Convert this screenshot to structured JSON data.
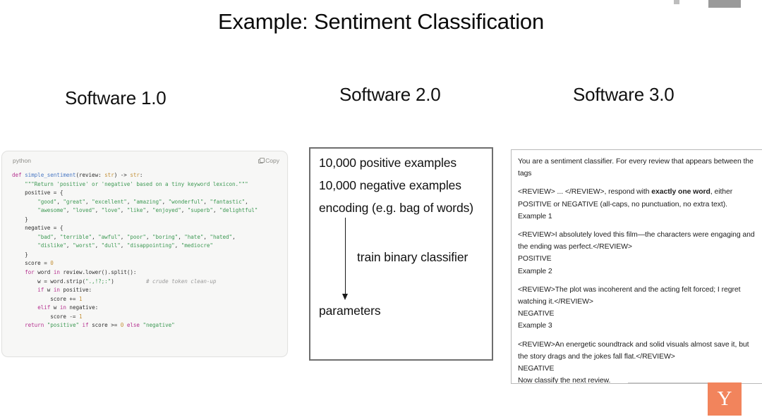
{
  "slide": {
    "title": "Example: Sentiment Classification"
  },
  "top_chrome": {
    "gray_bar_name": "window-control-bar",
    "tiny_icon_name": "partial-toolbar-icon"
  },
  "columns": [
    {
      "id": "sw1",
      "header": "Software 1.0"
    },
    {
      "id": "sw2",
      "header": "Software 2.0"
    },
    {
      "id": "sw3",
      "header": "Software 3.0"
    }
  ],
  "software_1": {
    "language_label": "python",
    "copy_label": "Copy",
    "code_lines": [
      {
        "segments": [
          {
            "t": "def ",
            "c": "kw"
          },
          {
            "t": "simple_sentiment",
            "c": "fn"
          },
          {
            "t": "(review: ",
            "c": "plain"
          },
          {
            "t": "str",
            "c": "type"
          },
          {
            "t": ") -> ",
            "c": "plain"
          },
          {
            "t": "str",
            "c": "type"
          },
          {
            "t": ":",
            "c": "plain"
          }
        ]
      },
      {
        "segments": [
          {
            "t": "    \"\"\"Return 'positive' or 'negative' based on a tiny keyword lexicon.\"\"\"",
            "c": "str"
          }
        ]
      },
      {
        "segments": [
          {
            "t": "    positive = {",
            "c": "plain"
          }
        ]
      },
      {
        "segments": [
          {
            "t": "        ",
            "c": "plain"
          },
          {
            "t": "\"good\"",
            "c": "str"
          },
          {
            "t": ", ",
            "c": "plain"
          },
          {
            "t": "\"great\"",
            "c": "str"
          },
          {
            "t": ", ",
            "c": "plain"
          },
          {
            "t": "\"excellent\"",
            "c": "str"
          },
          {
            "t": ", ",
            "c": "plain"
          },
          {
            "t": "\"amazing\"",
            "c": "str"
          },
          {
            "t": ", ",
            "c": "plain"
          },
          {
            "t": "\"wonderful\"",
            "c": "str"
          },
          {
            "t": ", ",
            "c": "plain"
          },
          {
            "t": "\"fantastic\"",
            "c": "str"
          },
          {
            "t": ",",
            "c": "plain"
          }
        ]
      },
      {
        "segments": [
          {
            "t": "        ",
            "c": "plain"
          },
          {
            "t": "\"awesome\"",
            "c": "str"
          },
          {
            "t": ", ",
            "c": "plain"
          },
          {
            "t": "\"loved\"",
            "c": "str"
          },
          {
            "t": ", ",
            "c": "plain"
          },
          {
            "t": "\"love\"",
            "c": "str"
          },
          {
            "t": ", ",
            "c": "plain"
          },
          {
            "t": "\"like\"",
            "c": "str"
          },
          {
            "t": ", ",
            "c": "plain"
          },
          {
            "t": "\"enjoyed\"",
            "c": "str"
          },
          {
            "t": ", ",
            "c": "plain"
          },
          {
            "t": "\"superb\"",
            "c": "str"
          },
          {
            "t": ", ",
            "c": "plain"
          },
          {
            "t": "\"delightful\"",
            "c": "str"
          }
        ]
      },
      {
        "segments": [
          {
            "t": "    }",
            "c": "plain"
          }
        ]
      },
      {
        "segments": [
          {
            "t": "    negative = {",
            "c": "plain"
          }
        ]
      },
      {
        "segments": [
          {
            "t": "        ",
            "c": "plain"
          },
          {
            "t": "\"bad\"",
            "c": "str"
          },
          {
            "t": ", ",
            "c": "plain"
          },
          {
            "t": "\"terrible\"",
            "c": "str"
          },
          {
            "t": ", ",
            "c": "plain"
          },
          {
            "t": "\"awful\"",
            "c": "str"
          },
          {
            "t": ", ",
            "c": "plain"
          },
          {
            "t": "\"poor\"",
            "c": "str"
          },
          {
            "t": ", ",
            "c": "plain"
          },
          {
            "t": "\"boring\"",
            "c": "str"
          },
          {
            "t": ", ",
            "c": "plain"
          },
          {
            "t": "\"hate\"",
            "c": "str"
          },
          {
            "t": ", ",
            "c": "plain"
          },
          {
            "t": "\"hated\"",
            "c": "str"
          },
          {
            "t": ",",
            "c": "plain"
          }
        ]
      },
      {
        "segments": [
          {
            "t": "        ",
            "c": "plain"
          },
          {
            "t": "\"dislike\"",
            "c": "str"
          },
          {
            "t": ", ",
            "c": "plain"
          },
          {
            "t": "\"worst\"",
            "c": "str"
          },
          {
            "t": ", ",
            "c": "plain"
          },
          {
            "t": "\"dull\"",
            "c": "str"
          },
          {
            "t": ", ",
            "c": "plain"
          },
          {
            "t": "\"disappointing\"",
            "c": "str"
          },
          {
            "t": ", ",
            "c": "plain"
          },
          {
            "t": "\"mediocre\"",
            "c": "str"
          }
        ]
      },
      {
        "segments": [
          {
            "t": "    }",
            "c": "plain"
          }
        ]
      },
      {
        "segments": [
          {
            "t": "",
            "c": "plain"
          }
        ]
      },
      {
        "segments": [
          {
            "t": "    score = ",
            "c": "plain"
          },
          {
            "t": "0",
            "c": "num"
          }
        ]
      },
      {
        "segments": [
          {
            "t": "    ",
            "c": "plain"
          },
          {
            "t": "for",
            "c": "kw"
          },
          {
            "t": " word ",
            "c": "plain"
          },
          {
            "t": "in",
            "c": "kw"
          },
          {
            "t": " review.lower().split():",
            "c": "plain"
          }
        ]
      },
      {
        "segments": [
          {
            "t": "        w = word.strip(",
            "c": "plain"
          },
          {
            "t": "\".,!?;:\"",
            "c": "str"
          },
          {
            "t": ")          ",
            "c": "plain"
          },
          {
            "t": "# crude token clean-up",
            "c": "cmt"
          }
        ]
      },
      {
        "segments": [
          {
            "t": "        ",
            "c": "plain"
          },
          {
            "t": "if",
            "c": "kw"
          },
          {
            "t": " w ",
            "c": "plain"
          },
          {
            "t": "in",
            "c": "kw"
          },
          {
            "t": " positive:",
            "c": "plain"
          }
        ]
      },
      {
        "segments": [
          {
            "t": "            score += ",
            "c": "plain"
          },
          {
            "t": "1",
            "c": "num"
          }
        ]
      },
      {
        "segments": [
          {
            "t": "        ",
            "c": "plain"
          },
          {
            "t": "elif",
            "c": "kw"
          },
          {
            "t": " w ",
            "c": "plain"
          },
          {
            "t": "in",
            "c": "kw"
          },
          {
            "t": " negative:",
            "c": "plain"
          }
        ]
      },
      {
        "segments": [
          {
            "t": "            score -= ",
            "c": "plain"
          },
          {
            "t": "1",
            "c": "num"
          }
        ]
      },
      {
        "segments": [
          {
            "t": "",
            "c": "plain"
          }
        ]
      },
      {
        "segments": [
          {
            "t": "    ",
            "c": "plain"
          },
          {
            "t": "return",
            "c": "kw"
          },
          {
            "t": " ",
            "c": "plain"
          },
          {
            "t": "\"positive\"",
            "c": "str"
          },
          {
            "t": " ",
            "c": "plain"
          },
          {
            "t": "if",
            "c": "kw"
          },
          {
            "t": " score >= ",
            "c": "plain"
          },
          {
            "t": "0",
            "c": "num"
          },
          {
            "t": " ",
            "c": "plain"
          },
          {
            "t": "else",
            "c": "kw"
          },
          {
            "t": " ",
            "c": "plain"
          },
          {
            "t": "\"negative\"",
            "c": "str"
          }
        ]
      }
    ]
  },
  "software_2": {
    "line_1": "10,000 positive examples",
    "line_2": "10,000 negative examples",
    "line_3": "encoding (e.g. bag of words)",
    "arrow_label": "train binary classifier",
    "output_label": "parameters"
  },
  "software_3": {
    "paragraphs": [
      {
        "id": "instruction",
        "runs": [
          {
            "text": "You are a sentiment classifier. For every review that appears between the tags ",
            "bold": false
          },
          {
            "text": "",
            "bold": false
          }
        ]
      },
      {
        "id": "format",
        "runs": [
          {
            "text": "<REVIEW> ... </REVIEW>, respond with ",
            "bold": false
          },
          {
            "text": "exactly one word",
            "bold": true
          },
          {
            "text": ", either POSITIVE or NEGATIVE (all-caps, no punctuation, no extra text).",
            "bold": false
          }
        ]
      },
      {
        "id": "example-1-header",
        "runs": [
          {
            "text": "Example 1",
            "bold": false
          }
        ]
      },
      {
        "id": "example-1-body",
        "runs": [
          {
            "text": "<REVIEW>I absolutely loved this film—the characters were engaging and the ending was perfect.</REVIEW>",
            "bold": false
          }
        ]
      },
      {
        "id": "example-1-label",
        "runs": [
          {
            "text": "POSITIVE",
            "bold": false
          }
        ]
      },
      {
        "id": "example-2-header",
        "runs": [
          {
            "text": "Example 2",
            "bold": false
          }
        ]
      },
      {
        "id": "example-2-body",
        "runs": [
          {
            "text": "<REVIEW>The plot was incoherent and the acting felt forced; I regret watching it.</REVIEW>",
            "bold": false
          }
        ]
      },
      {
        "id": "example-2-label",
        "runs": [
          {
            "text": "NEGATIVE",
            "bold": false
          }
        ]
      },
      {
        "id": "example-3-header",
        "runs": [
          {
            "text": "Example 3",
            "bold": false
          }
        ]
      },
      {
        "id": "example-3-body",
        "runs": [
          {
            "text": "<REVIEW>An energetic soundtrack and solid visuals almost save it, but the story drags and the jokes fall flat.</REVIEW>",
            "bold": false
          }
        ]
      },
      {
        "id": "example-3-label",
        "runs": [
          {
            "text": "NEGATIVE",
            "bold": false
          }
        ]
      },
      {
        "id": "closing",
        "runs": [
          {
            "text": "Now classify the next review.",
            "bold": false
          }
        ]
      }
    ]
  },
  "brand": {
    "letter": "Y",
    "color": "#f2845c"
  },
  "colors": {
    "page_background": "#ffffff",
    "code_background": "#f7f7f6",
    "code_border": "#e2e2e0",
    "sw2_border": "#6e6e6e",
    "sw3_border": "#b9b9b9",
    "keyword": "#b5308f",
    "string": "#3f9a55",
    "type_number": "#c4923a",
    "function": "#4b79c4",
    "comment": "#9c9c9c"
  }
}
